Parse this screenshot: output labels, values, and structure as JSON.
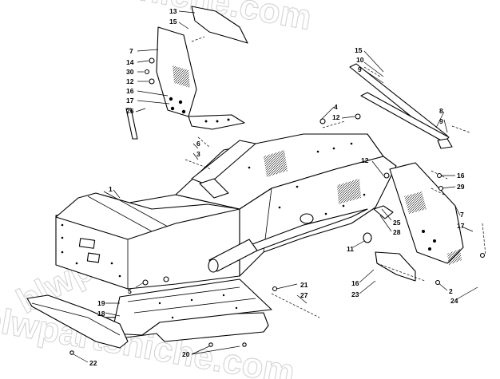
{
  "watermark": "blwpartsniche.com",
  "callouts": [
    {
      "id": "c13a",
      "text": "13"
    },
    {
      "id": "c15a",
      "text": "15"
    },
    {
      "id": "c7a",
      "text": "7"
    },
    {
      "id": "c14",
      "text": "14"
    },
    {
      "id": "c30",
      "text": "30"
    },
    {
      "id": "c12a",
      "text": "12"
    },
    {
      "id": "c16a",
      "text": "16"
    },
    {
      "id": "c17a",
      "text": "17"
    },
    {
      "id": "c26",
      "text": "26"
    },
    {
      "id": "c15b",
      "text": "15"
    },
    {
      "id": "c10",
      "text": "10"
    },
    {
      "id": "c9a",
      "text": "9"
    },
    {
      "id": "c4",
      "text": "4"
    },
    {
      "id": "c12b",
      "text": "12"
    },
    {
      "id": "c8",
      "text": "8"
    },
    {
      "id": "c9b",
      "text": "9"
    },
    {
      "id": "c6",
      "text": "6"
    },
    {
      "id": "c3",
      "text": "3"
    },
    {
      "id": "c12c",
      "text": "12"
    },
    {
      "id": "c16b",
      "text": "16"
    },
    {
      "id": "c29",
      "text": "29"
    },
    {
      "id": "c1",
      "text": "1"
    },
    {
      "id": "c7b",
      "text": "7"
    },
    {
      "id": "c17b",
      "text": "17"
    },
    {
      "id": "c25",
      "text": "25"
    },
    {
      "id": "c28",
      "text": "28"
    },
    {
      "id": "c11",
      "text": "11"
    },
    {
      "id": "c5",
      "text": "5"
    },
    {
      "id": "c21",
      "text": "21"
    },
    {
      "id": "c27",
      "text": "27"
    },
    {
      "id": "c19",
      "text": "19"
    },
    {
      "id": "c18",
      "text": "18"
    },
    {
      "id": "c16c",
      "text": "16"
    },
    {
      "id": "c23",
      "text": "23"
    },
    {
      "id": "c2",
      "text": "2"
    },
    {
      "id": "c24",
      "text": "24"
    },
    {
      "id": "c20",
      "text": "20"
    },
    {
      "id": "c22",
      "text": "22"
    }
  ]
}
